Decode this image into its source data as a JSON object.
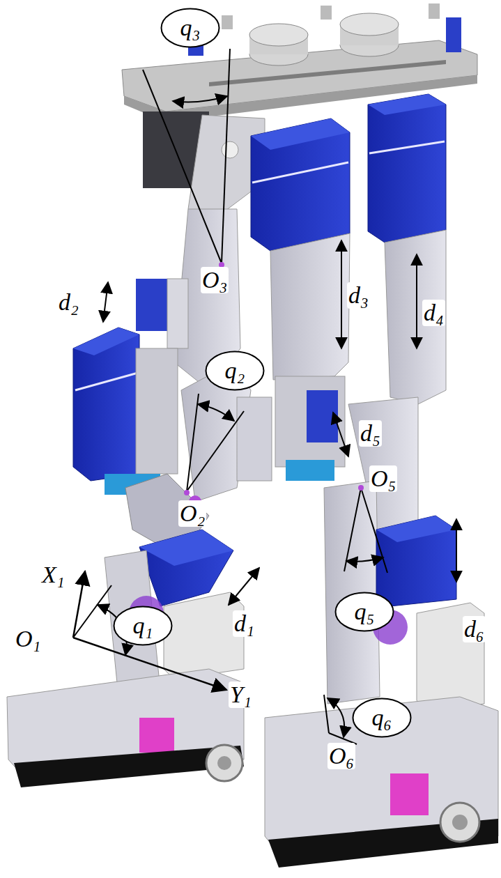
{
  "diagram": {
    "nodes": [
      {
        "text": [
          "q₃"
        ]
      },
      {
        "text": [
          "q₂"
        ]
      },
      {
        "text": [
          "q₅"
        ]
      },
      {
        "text": [
          "q₁"
        ]
      },
      {
        "text": [
          "q₆"
        ]
      }
    ],
    "labels": [
      "O₃",
      "d₂",
      "d₃",
      "d₄",
      "d₅",
      "O₅",
      "O₂",
      "X₁",
      "d₁",
      "O₁",
      "Y₁",
      "d₆",
      "O₆"
    ]
  }
}
